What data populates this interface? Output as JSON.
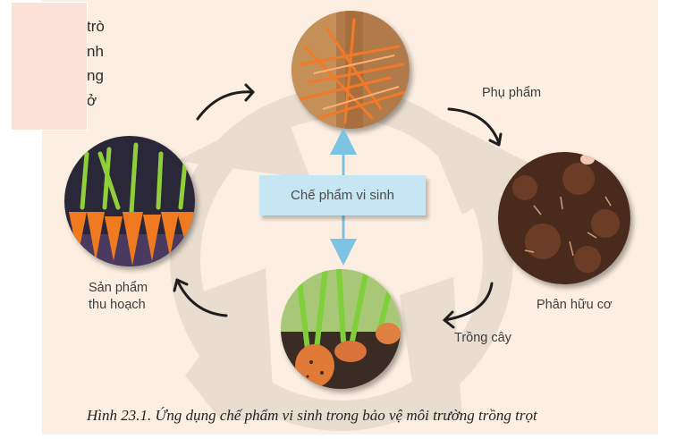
{
  "partial_text": {
    "lines": [
      "trò",
      "nh",
      "ng",
      "ở"
    ]
  },
  "diagram": {
    "title": "Hình 23.1. Ứng dụng chế phẩm vi sinh trong bảo vệ môi trường trồng trọt",
    "center_label": "Chế phẩm vi sinh",
    "nodes": [
      {
        "id": "shredded-carrot",
        "image": "shredded carrot scraps on wooden board",
        "label": ""
      },
      {
        "id": "compost",
        "image": "dark organic compost",
        "label": "Phân hữu cơ"
      },
      {
        "id": "growing-carrots",
        "image": "carrots growing in soil",
        "label": ""
      },
      {
        "id": "harvested-carrots",
        "image": "bunches of harvested carrots",
        "label": "Sản phẩm thu hoạch"
      }
    ],
    "arrow_labels": {
      "byproduct": "Phụ phẩm",
      "planting": "Trồng cây"
    },
    "harvest_label_line1": "Sản phẩm",
    "harvest_label_line2": "thu hoạch",
    "compost_label": "Phân hữu cơ",
    "colors": {
      "background": "#fcefe1",
      "center_box": "#c7e6f3",
      "vertical_arrow": "#7cc3e3",
      "cycle_arrow": "#1e1e1e",
      "overlay_box": "#fbe2d8"
    }
  }
}
